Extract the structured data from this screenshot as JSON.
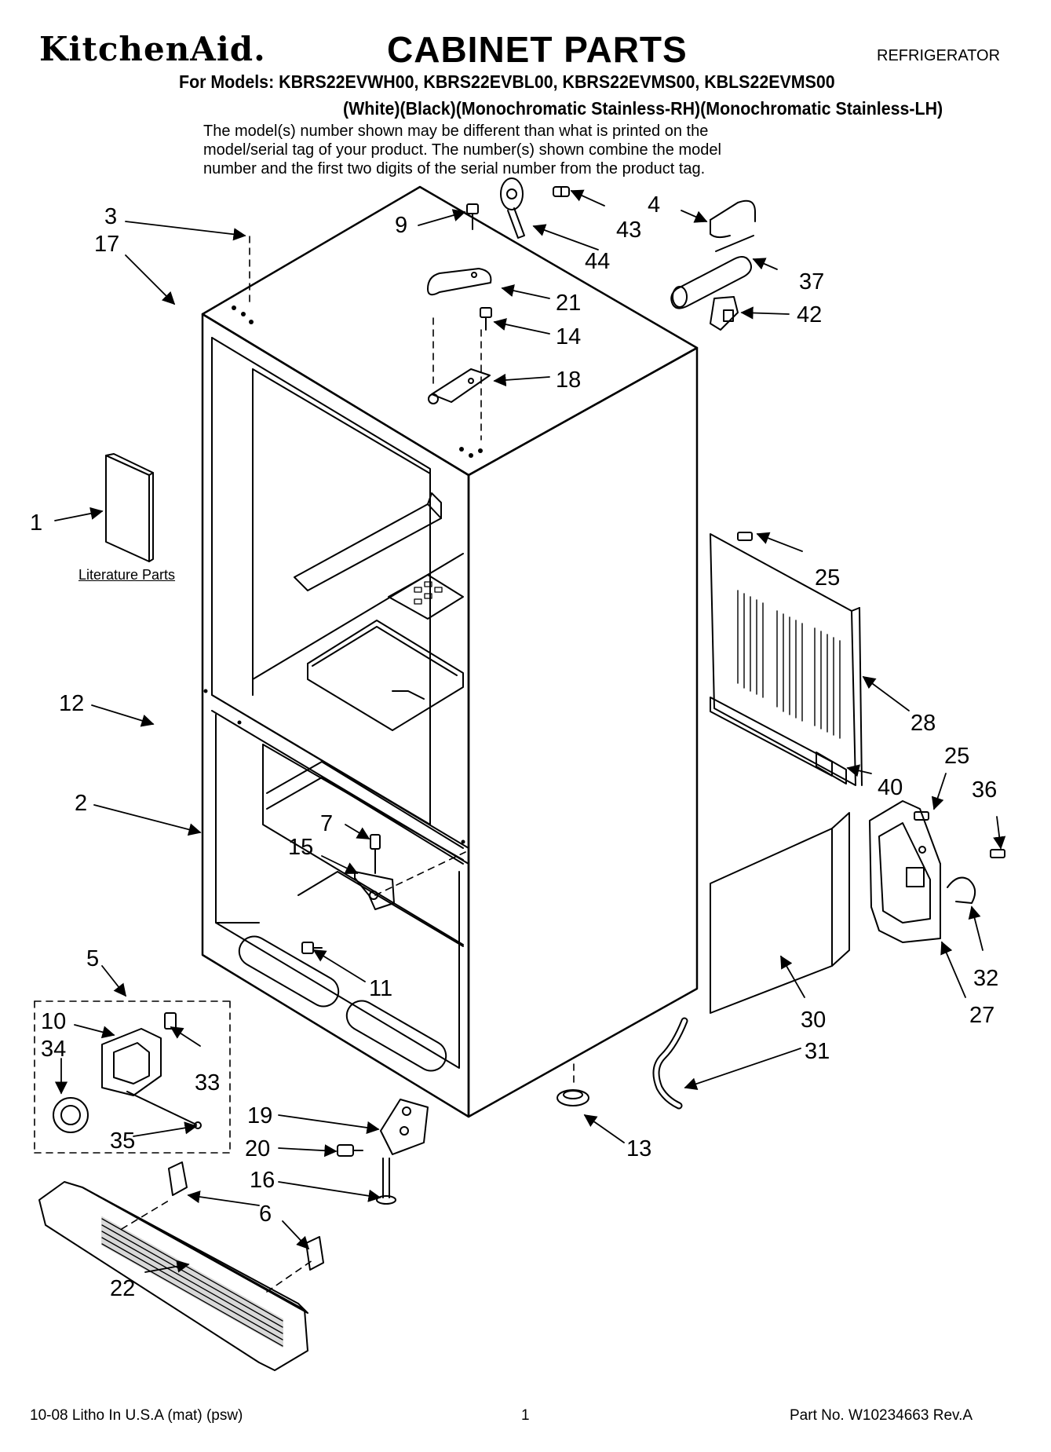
{
  "header": {
    "brand": "KitchenAid.",
    "title": "CABINET PARTS",
    "category": "REFRIGERATOR",
    "models": "For Models: KBRS22EVWH00, KBRS22EVBL00, KBRS22EVMS00, KBLS22EVMS00",
    "variants": "(White)(Black)(Monochromatic Stainless-RH)(Monochromatic Stainless-LH)",
    "note_lines": [
      "The model(s) number shown may be different than what is printed on the",
      "model/serial tag of your product. The number(s) shown combine the model",
      "number and the first two digits of the serial number from the product tag."
    ]
  },
  "diagram": {
    "literature_label": "Literature Parts",
    "callouts": [
      "3",
      "17",
      "9",
      "43",
      "4",
      "44",
      "37",
      "21",
      "42",
      "14",
      "18",
      "1",
      "25",
      "12",
      "28",
      "25",
      "40",
      "36",
      "2",
      "7",
      "15",
      "5",
      "11",
      "32",
      "10",
      "34",
      "33",
      "35",
      "30",
      "27",
      "31",
      "19",
      "20",
      "13",
      "16",
      "6",
      "22"
    ]
  },
  "footer": {
    "print_info": "10-08 Litho In U.S.A (mat) (psw)",
    "page": "1",
    "part_no": "Part No. W10234663 Rev.A"
  }
}
